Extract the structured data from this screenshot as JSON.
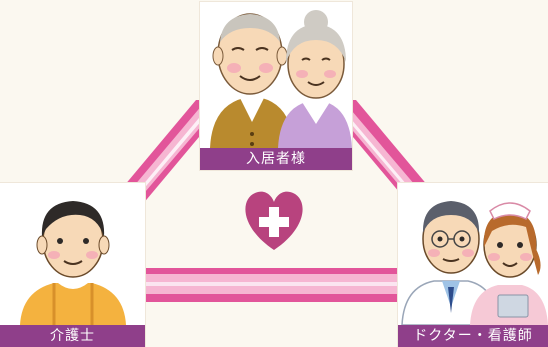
{
  "colors": {
    "band_outer": "#e2559a",
    "band_inner": "#f6b6d2",
    "label_bg": "#8f3f8a",
    "heart": "#b8437e",
    "background": "#fbf8f0"
  },
  "nodes": {
    "residents": {
      "label": "入居者様"
    },
    "caregiver": {
      "label": "介護士"
    },
    "medical": {
      "label": "ドクター・看護師"
    }
  },
  "center": {
    "icon": "heart-with-cross-icon"
  }
}
